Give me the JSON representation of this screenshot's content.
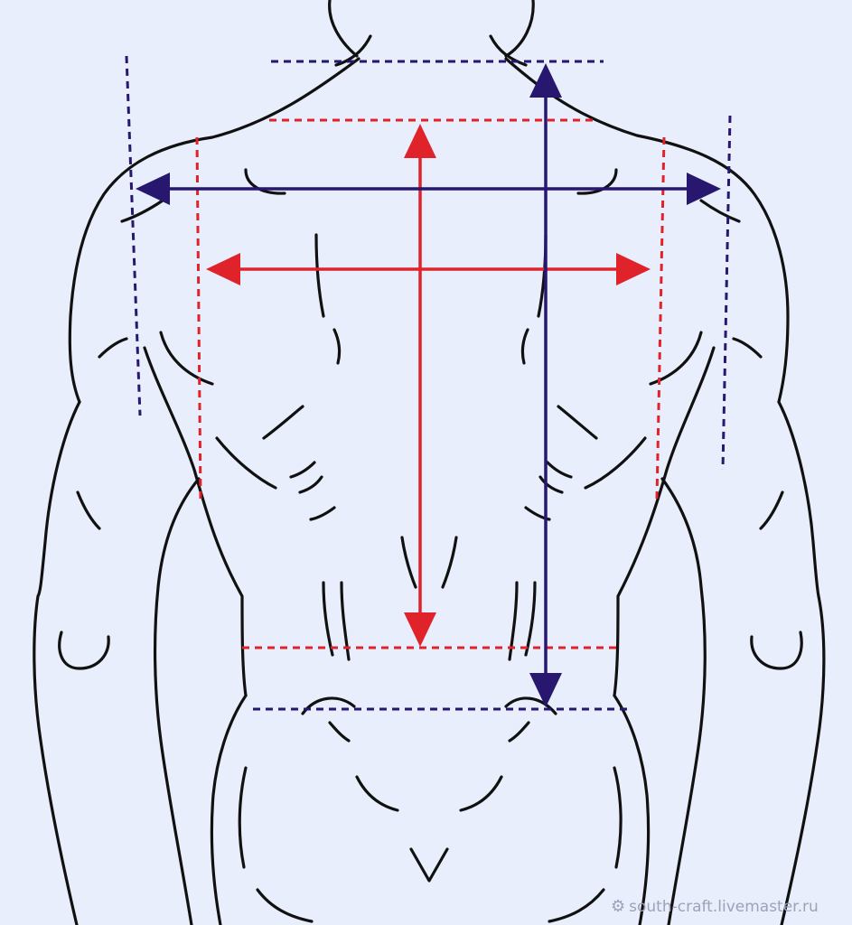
{
  "colors": {
    "background": "#e8eefb",
    "outline": "#111111",
    "red": "#e0232a",
    "navy": "#27176e"
  },
  "diagram": {
    "subject": "male torso back view with measurement lines",
    "red_measurements": [
      "back-width-horizontal",
      "back-length-vertical"
    ],
    "navy_measurements": [
      "shoulder-width-horizontal",
      "neck-to-waist-vertical"
    ]
  },
  "watermark": {
    "icon": "gear-icon",
    "text": "south-craft.livemaster.ru"
  }
}
